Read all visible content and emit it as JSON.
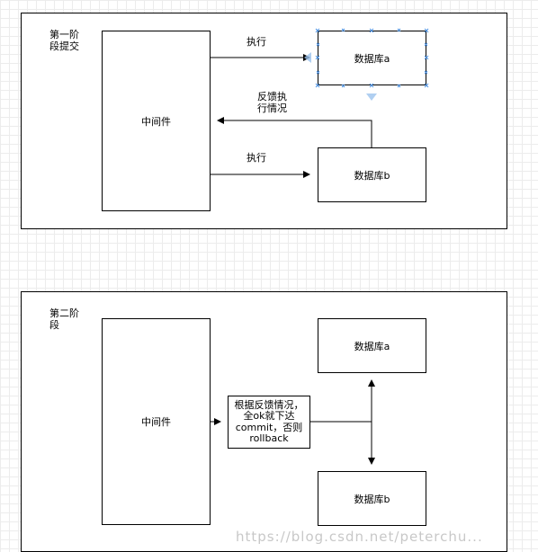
{
  "phase1": {
    "title": "第一阶\n段提交",
    "middleware": "中间件",
    "db_a": "数据库a",
    "db_b": "数据库b",
    "exec_a": "执行",
    "feedback": "反馈执\n行情况",
    "exec_b": "执行"
  },
  "phase2": {
    "title": "第二阶\n段",
    "middleware": "中间件",
    "db_a": "数据库a",
    "db_b": "数据库b",
    "note": "根据反馈情况，\n全ok就下达\ncommit，否则\nrollback"
  },
  "watermark": "https://blog.csdn.net/peterchu...",
  "colors": {
    "selection": "#4a90e2",
    "grid": "#ececec"
  }
}
